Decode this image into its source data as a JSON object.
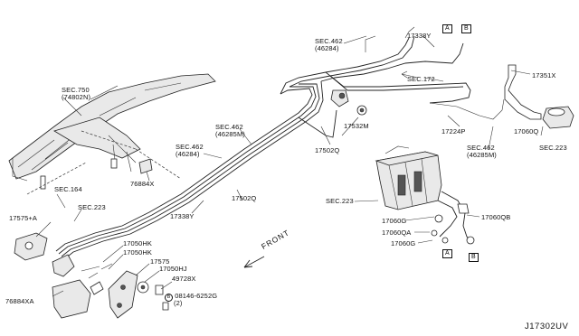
{
  "diagram": {
    "id": "J17302UV",
    "front_label": "FRONT",
    "labels": {
      "sec750": "SEC.750",
      "sec750_sub": "(74802N)",
      "sec164": "SEC.164",
      "sec223_left": "SEC.223",
      "p17575a": "17575+A",
      "p76884x": "76884X",
      "p76884xa": "76884XA",
      "sec462_mid": "SEC.462",
      "sec462_mid_sub": "(46284)",
      "sec462_center": "SEC.462",
      "sec462_center_sub": "(46285M)",
      "p17338y_mid": "17338Y",
      "p17502q_mid": "17502Q",
      "p17050hk_1": "17050HK",
      "p17050hk_2": "17050HK",
      "p17575": "17575",
      "p17050hj": "17050HJ",
      "p49728x": "49728X",
      "p08146": "08146-6252G",
      "p08146_qty": "(2)",
      "sec462_top": "SEC.462",
      "sec462_top_sub": "(46284)",
      "p17338y_top": "17338Y",
      "sec172": "SEC.172",
      "p17532m": "17532M",
      "p17502q_right": "17502Q",
      "p17224p": "17224P",
      "sec462_right": "SEC.462",
      "sec462_right_sub": "(46285M)",
      "p17351x": "17351X",
      "p17060q": "17060Q",
      "sec223_right": "SEC.223",
      "sec223_canister": "SEC.223",
      "p17060g_1": "17060G",
      "p17060qa": "17060QA",
      "p17060g_2": "17060G",
      "p17060qb": "17060QB",
      "callout_a": "A",
      "callout_b": "B"
    }
  }
}
